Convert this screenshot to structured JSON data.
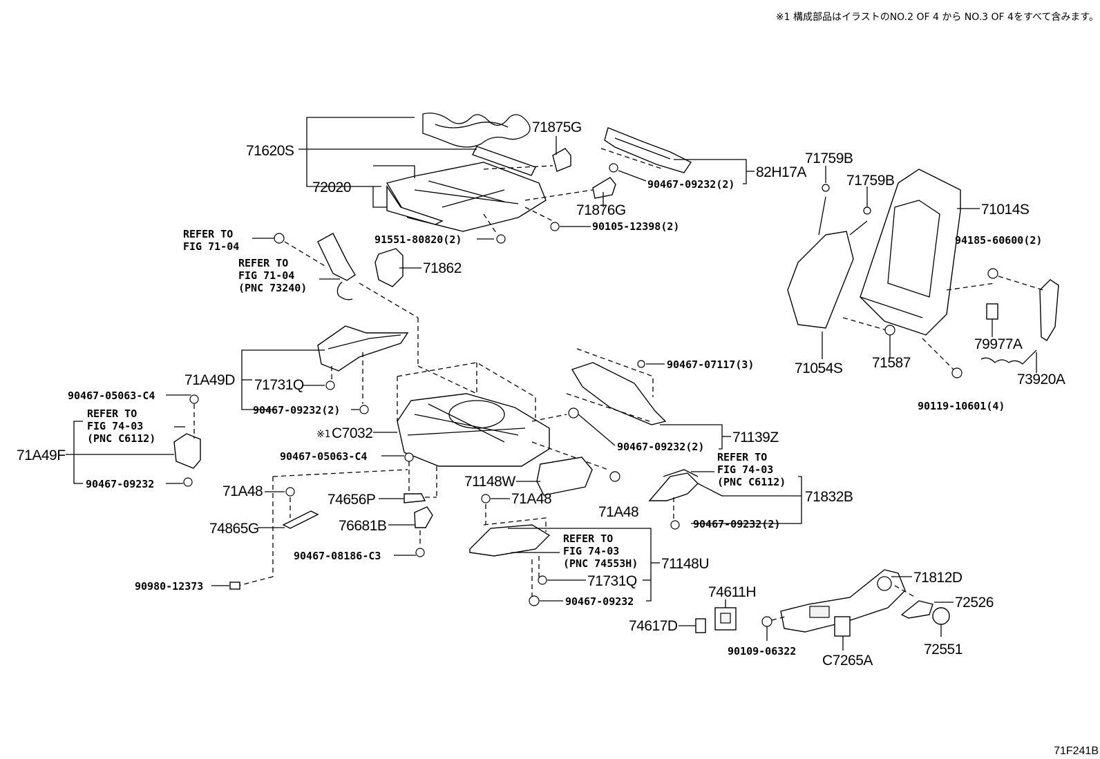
{
  "header": {
    "note": "※1 構成部品はイラストのNO.2 OF 4 から NO.3 OF 4をすべて含みます。"
  },
  "footer": {
    "code": "71F241B"
  },
  "parts": {
    "p71620S": "71620S",
    "p72020": "72020",
    "p71875G": "71875G",
    "p82H17A": "82H17A",
    "p90467_09232_2_a": "90467-09232(2)",
    "p71876G": "71876G",
    "p90105_12398_2": "90105-12398(2)",
    "p91551_80820_2": "91551-80820(2)",
    "p71862": "71862",
    "p71759B_a": "71759B",
    "p71759B_b": "71759B",
    "p71014S": "71014S",
    "p94185_60600_2": "94185-60600(2)",
    "p79977A": "79977A",
    "p73920A": "73920A",
    "p90119_10601_4": "90119-10601(4)",
    "p71054S": "71054S",
    "p71587": "71587",
    "p71A49D": "71A49D",
    "p71731Q_a": "71731Q",
    "p90467_09232_2_b": "90467-09232(2)",
    "p90467_05063_C4_a": "90467-05063-C4",
    "p71A49F": "71A49F",
    "p90467_09232_a": "90467-09232",
    "pC7032": "C7032",
    "pC7032_mark": "※1",
    "p90467_05063_C4_b": "90467-05063-C4",
    "p90467_07117_3": "90467-07117(3)",
    "p90467_09232_2_c": "90467-09232(2)",
    "p71139Z": "71139Z",
    "p71148W": "71148W",
    "p71A48_a": "71A48",
    "p71A48_b": "71A48",
    "p71A48_c": "71A48",
    "p74656P": "74656P",
    "p74865G": "74865G",
    "p76681B": "76681B",
    "p90467_08186_C3": "90467-08186-C3",
    "p90980_12373": "90980-12373",
    "p71832B": "71832B",
    "p90467_09232_2_d": "90467-09232(2)",
    "p71148U": "71148U",
    "p71731Q_b": "71731Q",
    "p90467_09232_b": "90467-09232",
    "p71812D": "71812D",
    "p72526": "72526",
    "p72551": "72551",
    "p74611H": "74611H",
    "p74617D": "74617D",
    "p90109_06322": "90109-06322",
    "pC7265A": "C7265A"
  },
  "refs": {
    "r1_l1": "REFER TO",
    "r1_l2": "FIG 71-04",
    "r2_l1": "REFER TO",
    "r2_l2": "FIG 71-04",
    "r2_l3": "(PNC 73240)",
    "r3_l1": "REFER TO",
    "r3_l2": "FIG 74-03",
    "r3_l3": "(PNC C6112)",
    "r4_l1": "REFER TO",
    "r4_l2": "FIG 74-03",
    "r4_l3": "(PNC C6112)",
    "r5_l1": "REFER TO",
    "r5_l2": "FIG 74-03",
    "r5_l3": "(PNC 74553H)"
  }
}
